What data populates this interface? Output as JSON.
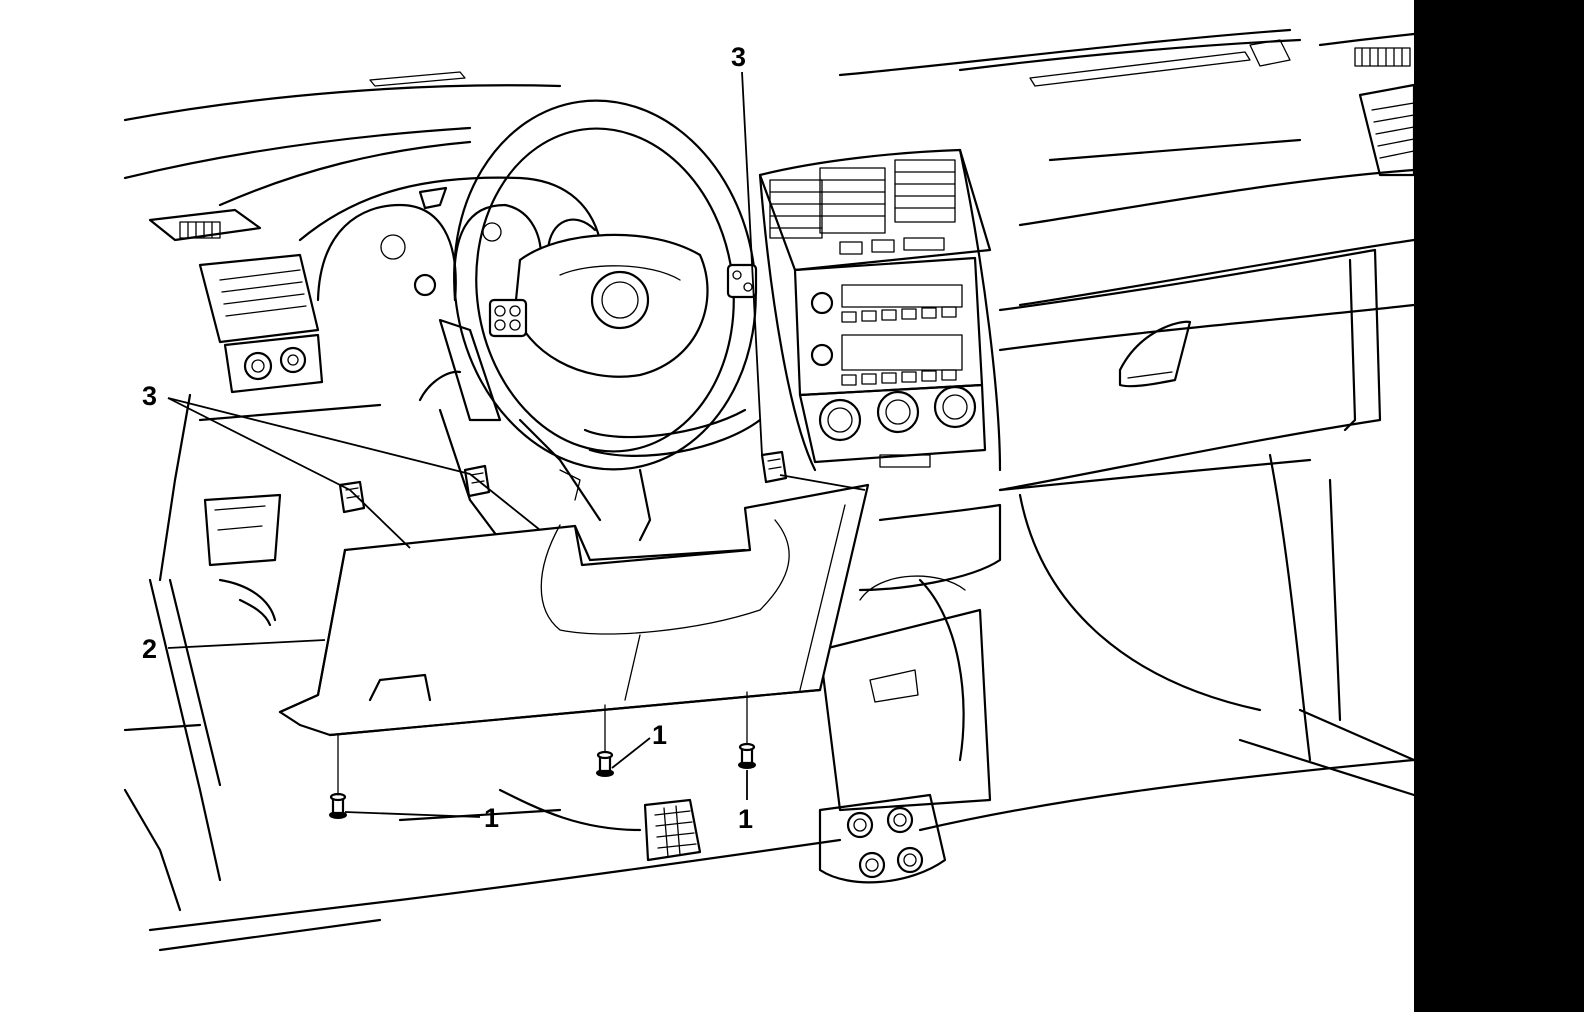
{
  "callouts": {
    "fastener": "1",
    "panel": "2",
    "retainer": "3"
  }
}
